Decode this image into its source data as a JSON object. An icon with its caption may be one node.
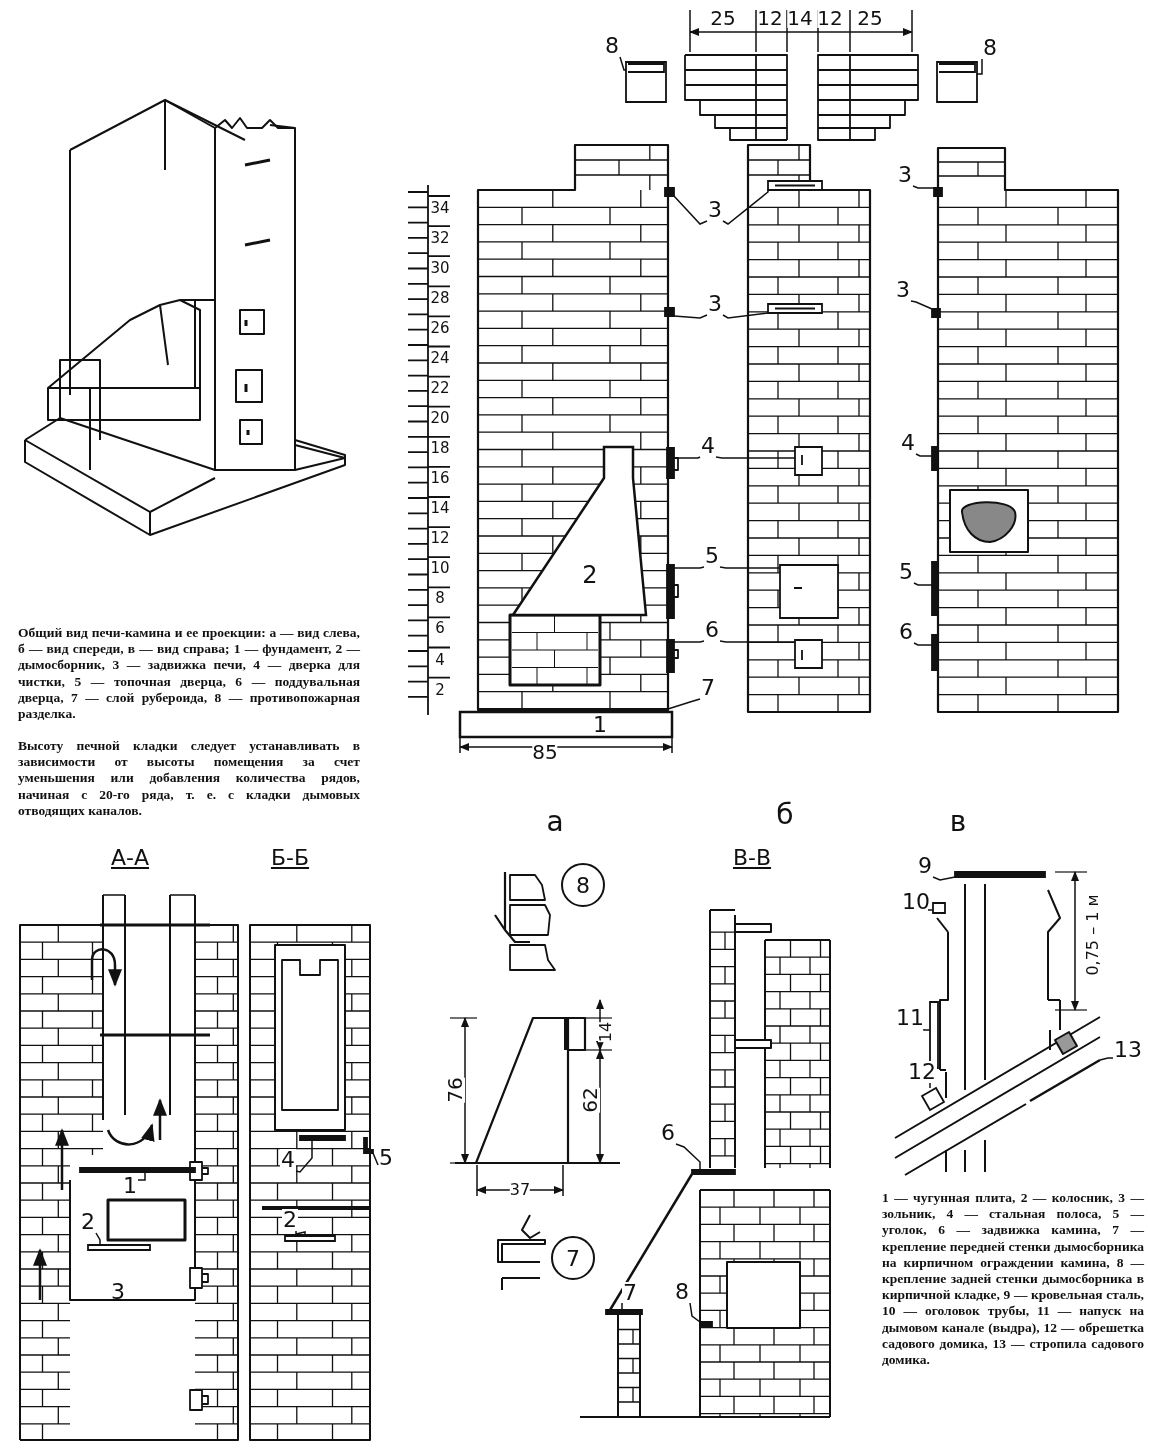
{
  "diagram": {
    "nodes": [
      {
        "text": [
          "8"
        ]
      },
      {
        "text": [
          "8"
        ]
      },
      {
        "text": [
          "3"
        ]
      },
      {
        "text": [
          "3"
        ]
      },
      {
        "text": [
          "4"
        ]
      },
      {
        "text": [
          "5"
        ]
      },
      {
        "text": [
          "6"
        ]
      },
      {
        "text": [
          "7"
        ]
      },
      {
        "text": [
          "3"
        ]
      },
      {
        "text": [
          "3"
        ]
      },
      {
        "text": [
          "4"
        ]
      },
      {
        "text": [
          "5"
        ]
      },
      {
        "text": [
          "6"
        ]
      },
      {
        "text": [
          "1"
        ]
      },
      {
        "text": [
          "2"
        ]
      },
      {
        "text": [
          "4"
        ]
      },
      {
        "text": [
          "5"
        ]
      },
      {
        "text": [
          "2"
        ]
      },
      {
        "text": [
          "8"
        ]
      },
      {
        "text": [
          "7"
        ]
      },
      {
        "text": [
          "6"
        ]
      },
      {
        "text": [
          "7"
        ]
      },
      {
        "text": [
          "8"
        ]
      },
      {
        "text": [
          "9"
        ]
      },
      {
        "text": [
          "10"
        ]
      },
      {
        "text": [
          "11"
        ]
      },
      {
        "text": [
          "12"
        ]
      },
      {
        "text": [
          "13"
        ]
      },
      {
        "text": [
          "2"
        ]
      },
      {
        "text": [
          "1"
        ]
      },
      {
        "text": [],
        "shape": "box"
      },
      {
        "text": [],
        "shape": "box"
      },
      {
        "text": [],
        "shape": "bar"
      },
      {
        "text": [],
        "shape": "bar"
      },
      {
        "text": [],
        "shape": "bar"
      },
      {
        "text": [],
        "shape": "bar"
      },
      {
        "text": [],
        "shape": "bar"
      },
      {
        "text": [],
        "shape": "bar"
      },
      {
        "text": [],
        "shape": "box"
      },
      {
        "text": [],
        "shape": "box"
      },
      {
        "text": [],
        "shape": "box"
      },
      {
        "text": [],
        "shape": "box"
      },
      {
        "text": [],
        "shape": "box"
      },
      {
        "text": [],
        "shape": "bar"
      },
      {
        "text": [],
        "shape": "bar"
      },
      {
        "text": [],
        "shape": "bar"
      },
      {
        "text": [],
        "shape": "bar"
      },
      {
        "text": [],
        "shape": "bar"
      },
      {
        "text": [],
        "shape": "bar"
      },
      {
        "text": [],
        "shape": "box"
      },
      {
        "text": [],
        "shape": "bar"
      },
      {
        "text": [],
        "shape": "bar"
      },
      {
        "text": [],
        "shape": "box"
      },
      {
        "text": [],
        "shape": "bar"
      },
      {
        "text": [],
        "shape": "bar"
      },
      {
        "text": [],
        "shape": "bar"
      },
      {
        "text": [],
        "shape": "bar"
      },
      {
        "text": [],
        "shape": "box"
      },
      {
        "text": [],
        "shape": "box"
      },
      {
        "text": [],
        "shape": "box"
      },
      {
        "text": [],
        "shape": "bar"
      }
    ],
    "edges": [
      {
        "from": 0,
        "to": 30,
        "arrow": "none"
      },
      {
        "from": 1,
        "to": 31,
        "arrow": "none"
      },
      {
        "from": 2,
        "to": 32,
        "arrow": "none"
      },
      {
        "from": 2,
        "to": 38,
        "arrow": "none"
      },
      {
        "from": 3,
        "to": 33,
        "arrow": "none"
      },
      {
        "from": 3,
        "to": 39,
        "arrow": "none"
      },
      {
        "from": 4,
        "to": 34,
        "arrow": "none"
      },
      {
        "from": 4,
        "to": 40,
        "arrow": "none"
      },
      {
        "from": 5,
        "to": 35,
        "arrow": "none"
      },
      {
        "from": 5,
        "to": 41,
        "arrow": "none"
      },
      {
        "from": 6,
        "to": 36,
        "arrow": "none"
      },
      {
        "from": 6,
        "to": 42,
        "arrow": "none"
      },
      {
        "from": 7,
        "to": 37,
        "arrow": "none"
      },
      {
        "from": 8,
        "to": 43,
        "arrow": "none"
      },
      {
        "from": 9,
        "to": 44,
        "arrow": "none"
      },
      {
        "from": 10,
        "to": 45,
        "arrow": "none"
      },
      {
        "from": 11,
        "to": 46,
        "arrow": "none"
      },
      {
        "from": 12,
        "to": 47,
        "arrow": "none"
      },
      {
        "from": 13,
        "to": 48,
        "arrow": "none"
      },
      {
        "from": 14,
        "to": 49,
        "arrow": "none"
      },
      {
        "from": 15,
        "to": 50,
        "arrow": "none"
      },
      {
        "from": 16,
        "to": 51,
        "arrow": "none"
      },
      {
        "from": 17,
        "to": 52,
        "arrow": "none"
      },
      {
        "from": 20,
        "to": 53,
        "arrow": "none"
      },
      {
        "from": 21,
        "to": 54,
        "arrow": "none"
      },
      {
        "from": 22,
        "to": 55,
        "arrow": "none"
      },
      {
        "from": 23,
        "to": 56,
        "arrow": "none"
      },
      {
        "from": 24,
        "to": 57,
        "arrow": "none"
      },
      {
        "from": 25,
        "to": 58,
        "arrow": "none"
      },
      {
        "from": 26,
        "to": 59,
        "arrow": "none"
      },
      {
        "from": 27,
        "to": 60,
        "arrow": "none"
      }
    ],
    "labels": [
      "25",
      "12",
      "14",
      "12",
      "25",
      "34",
      "32",
      "30",
      "28",
      "26",
      "24",
      "22",
      "20",
      "18",
      "16",
      "14",
      "12",
      "10",
      "8",
      "6",
      "4",
      "2",
      "85",
      "а",
      "б",
      "в",
      "Общий вид печи-камина и ее проекции: а — вид слева, б — вид спереди, в — вид справа; 1 — фундамент, 2 — дымосборник, 3 — задвижка печи, 4 — дверка для чистки, 5 — топочная дверца, 6 — поддувальная дверца, 7 — слой рубероида, 8 — противопожарная разделка.",
      "Высоту печной кладки следует устанавливать в зависимости от высоты помещения за счет уменьшения или добавления количества рядов, начиная с 20-го ряда, т. е. с кладки дымовых отводящих каналов.",
      "А-А",
      "Б-Б",
      "В-В",
      "3",
      "14",
      "76",
      "62",
      "37",
      "0,75 – 1 м",
      "1 — чугунная плита, 2 — колосник, 3 — зольник, 4 — стальная полоса, 5 — уголок, 6 — задвижка камина, 7 — крепление передней стенки дымосборника на кирпичном ограждении камина, 8 — крепление задней стенки дымосборника в кирпичной кладке, 9 — кровельная сталь, 10 — оголовок трубы, 11 — напуск на дымовом канале (выдра), 12 — обрешетка садового домика, 13 — стропила садового домика."
    ]
  }
}
